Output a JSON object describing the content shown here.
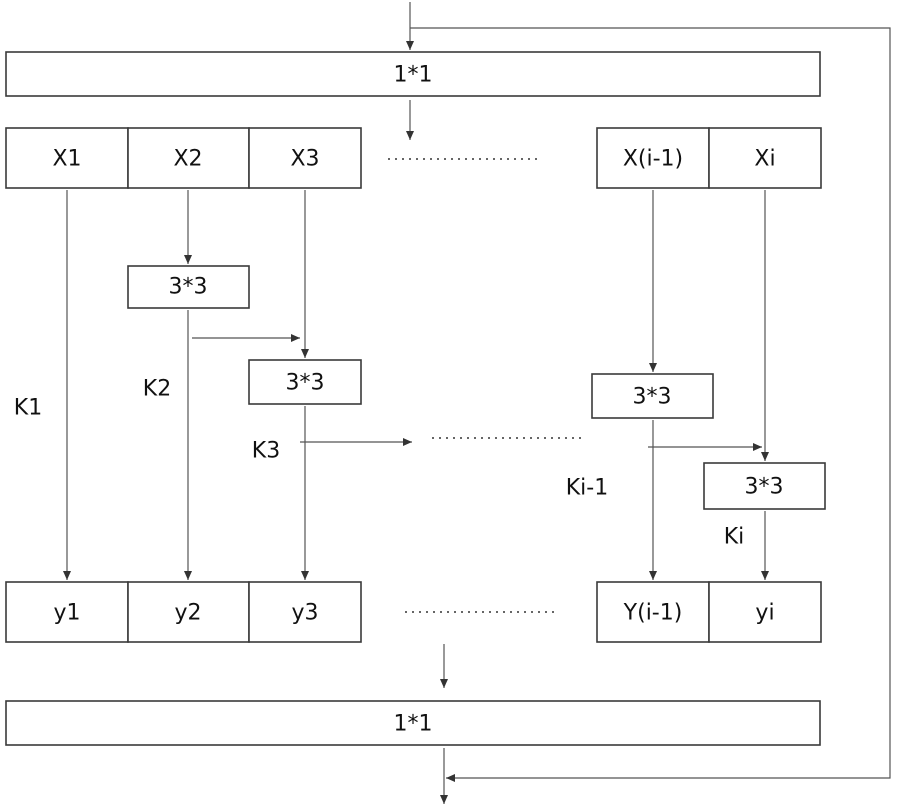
{
  "conv_top": {
    "label": "1*1"
  },
  "conv_bottom": {
    "label": "1*1"
  },
  "inputs": {
    "x1": "X1",
    "x2": "X2",
    "x3": "X3",
    "x_prev": "X(i-1)",
    "x_i": "Xi"
  },
  "outputs": {
    "y1": "y1",
    "y2": "y2",
    "y3": "y3",
    "y_prev": "Y(i-1)",
    "y_i": "yi"
  },
  "convs": {
    "c2": "3*3",
    "c3": "3*3",
    "c_prev": "3*3",
    "c_i": "3*3"
  },
  "kernels": {
    "k1": "K1",
    "k2": "K2",
    "k3": "K3",
    "k_prev": "Ki-1",
    "k_i": "Ki"
  }
}
